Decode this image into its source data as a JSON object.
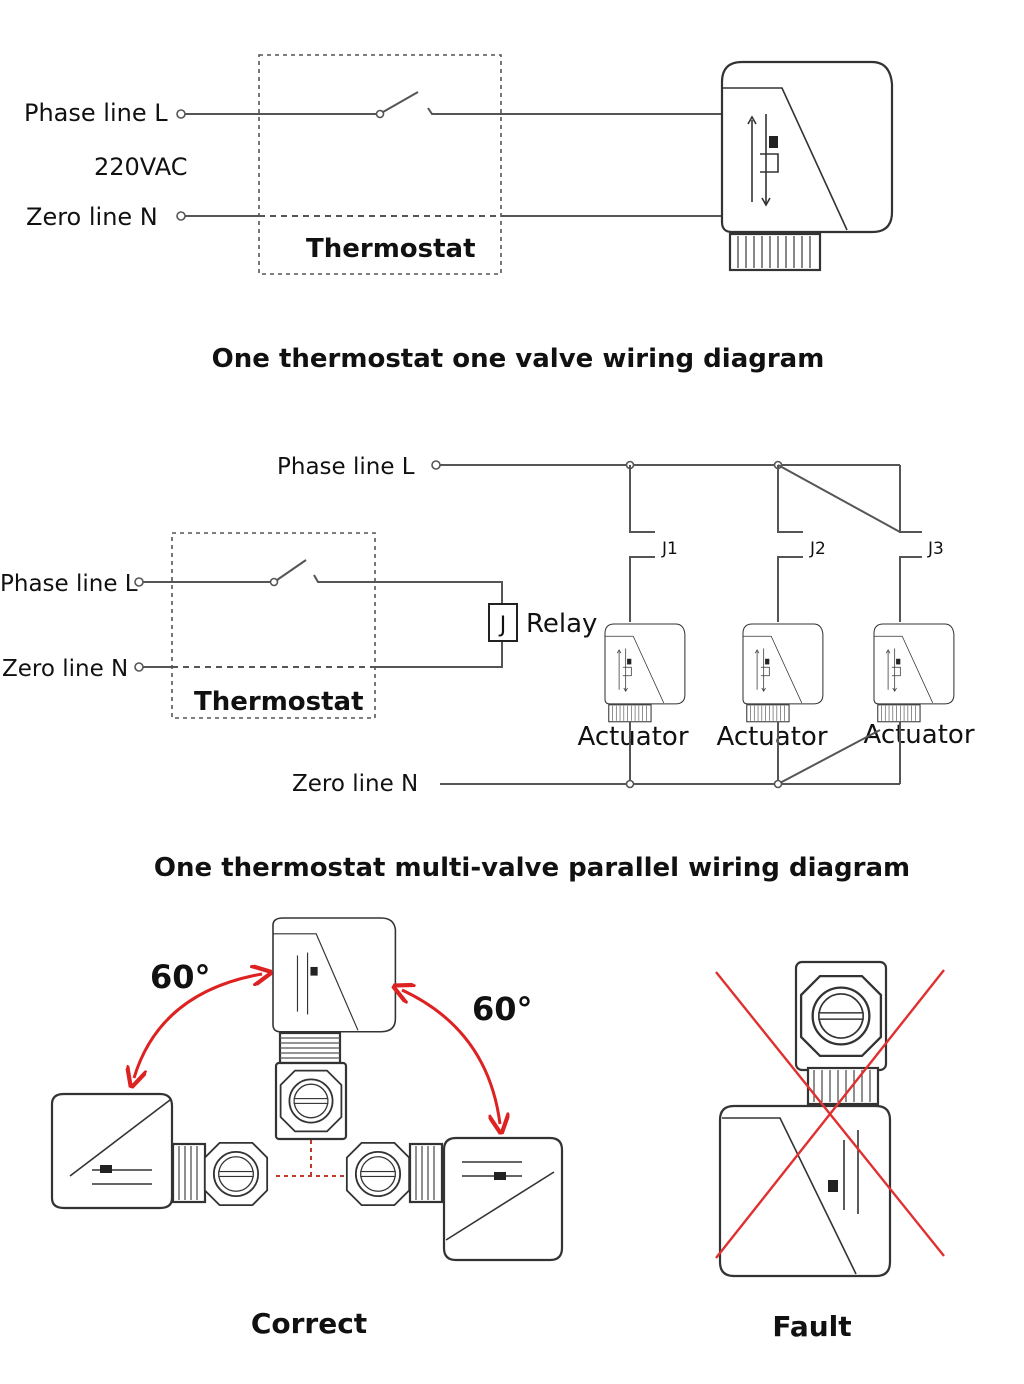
{
  "diagram1": {
    "phase_label": "Phase line  L",
    "voltage_label": "220VAC",
    "zero_label": "Zero line  N",
    "thermostat_label": "Thermostat",
    "caption": "One thermostat one valve wiring diagram"
  },
  "diagram2": {
    "phase_label_top": "Phase line L",
    "phase_label_left": "Phase line L",
    "zero_label_left": "Zero line N",
    "zero_label_bottom": "Zero line N",
    "thermostat_label": "Thermostat",
    "relay_symbol": "J",
    "relay_label": "Relay",
    "contacts": [
      "J1",
      "J2",
      "J3"
    ],
    "actuators": [
      "Actuator",
      "Actuator",
      "Actuator"
    ],
    "caption": "One thermostat multi-valve parallel wiring diagram"
  },
  "diagram3": {
    "angle_left": "60°",
    "angle_right": "60°",
    "correct_label": "Correct",
    "fault_label": "Fault",
    "fault_mark_color": "#e03030",
    "dotted_link_color": "#c0392b"
  }
}
